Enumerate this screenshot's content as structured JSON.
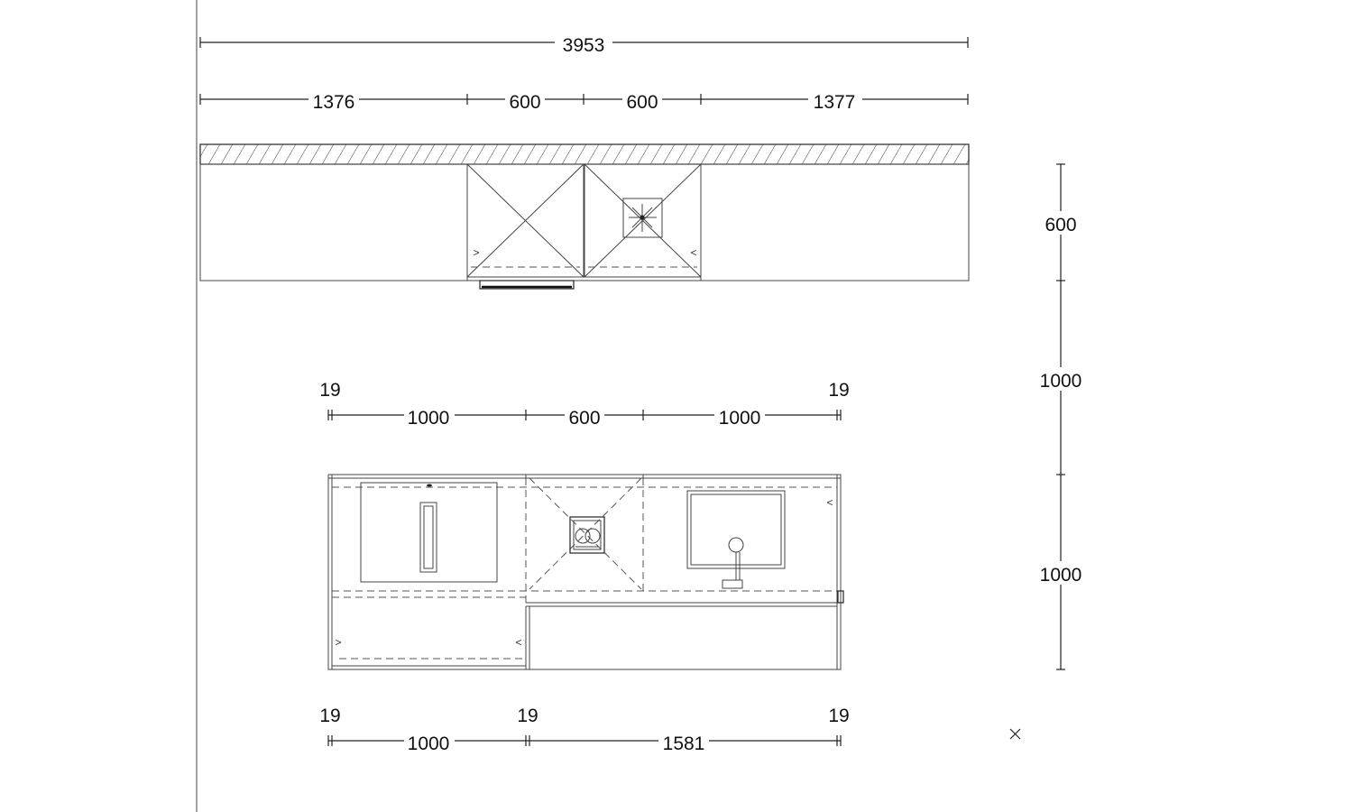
{
  "colors": {
    "line": "#222222",
    "background": "#ffffff"
  },
  "top_view": {
    "overall_width": "3953",
    "segments": [
      "1376",
      "600",
      "600",
      "1377"
    ],
    "depth": "600"
  },
  "island": {
    "upper_ends": [
      "19",
      "19"
    ],
    "upper_segments": [
      "1000",
      "600",
      "1000"
    ],
    "lower_ends": [
      "19",
      "19",
      "19"
    ],
    "lower_segments": [
      "1000",
      "1581"
    ]
  },
  "vertical_dims": [
    "1000",
    "1000"
  ],
  "icons": {
    "close": "close-icon",
    "cooktop": "cooktop-icon",
    "sink": "sink-icon",
    "dishwasher": "dishwasher-icon"
  }
}
